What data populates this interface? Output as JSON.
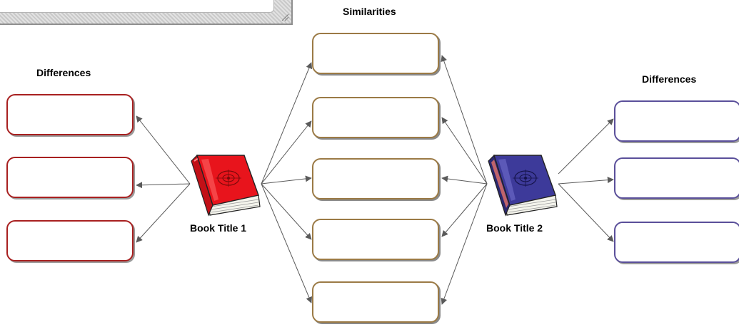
{
  "labels": {
    "similarities": "Similarities",
    "differences_left": "Differences",
    "differences_right": "Differences",
    "book1": "Book Title 1",
    "book2": "Book Title 2"
  },
  "colors": {
    "left_boxes": "#a82020",
    "middle_boxes": "#9b7a45",
    "right_boxes": "#5a4f9a",
    "book1": "#e8141c",
    "book2": "#3d3a9a",
    "arrows": "#5a5a5a"
  },
  "icons": {
    "book1": "red-book-icon",
    "book2": "blue-book-icon",
    "resize_grip": "resize-grip-icon"
  }
}
